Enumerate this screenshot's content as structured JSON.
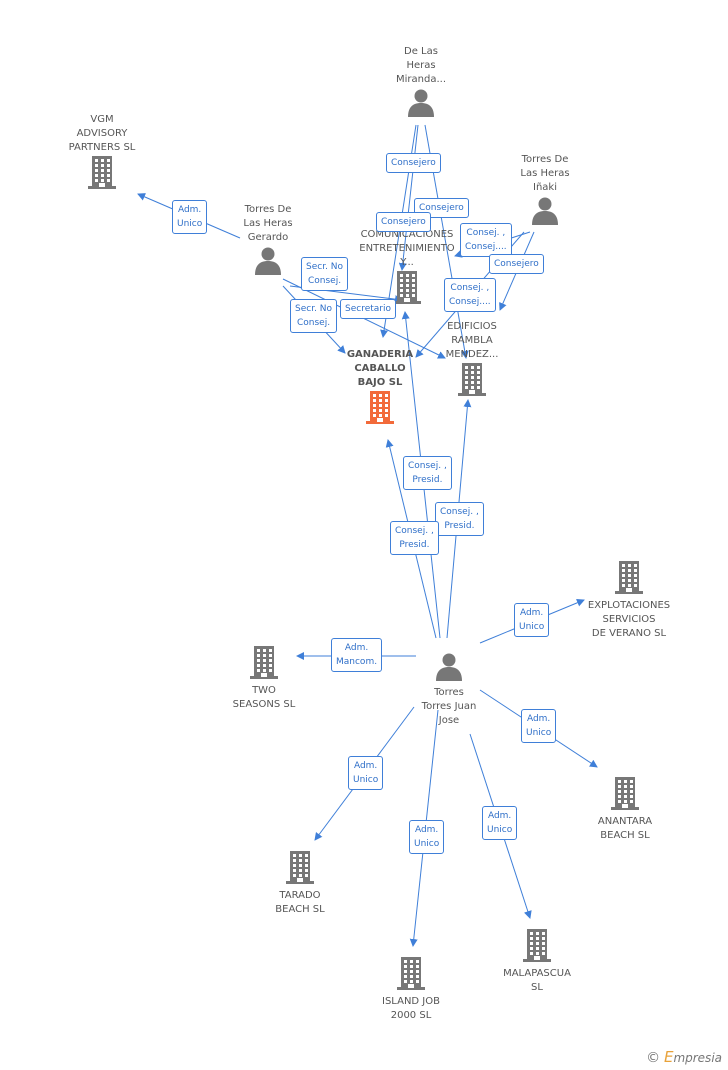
{
  "colors": {
    "edge": "#3f7fd8",
    "node_icon": "#777777",
    "focus_icon": "#f26a3a",
    "label_text": "#555555"
  },
  "nodes": [
    {
      "id": "de-las-heras-miranda",
      "label": "De Las\nHeras\nMiranda...",
      "type": "person"
    },
    {
      "id": "vgm-advisory",
      "label": "VGM\nADVISORY\nPARTNERS  SL",
      "type": "company"
    },
    {
      "id": "torres-de-las-heras-inaki",
      "label": "Torres De\nLas Heras\nIñaki",
      "type": "person"
    },
    {
      "id": "torres-de-las-heras-gerardo",
      "label": "Torres De\nLas Heras\nGerardo",
      "type": "person"
    },
    {
      "id": "comunicaciones-entretenimiento",
      "label": "COMUNICACIONES\nENTRETENIMIENTO\nY...",
      "type": "company"
    },
    {
      "id": "edificios-rambla",
      "label": "EDIFICIOS\nRAMBLA\nMENDEZ...",
      "type": "company"
    },
    {
      "id": "ganaderia-caballo-bajo",
      "label": "GANADERIA\nCABALLO\nBAJO  SL",
      "type": "company",
      "focus": true
    },
    {
      "id": "explotaciones-servicios",
      "label": "EXPLOTACIONES\nSERVICIOS\nDE VERANO  SL",
      "type": "company"
    },
    {
      "id": "two-seasons",
      "label": "TWO\nSEASONS SL",
      "type": "company"
    },
    {
      "id": "torres-torres-juan-jose",
      "label": "Torres\nTorres Juan\nJose",
      "type": "person"
    },
    {
      "id": "anantara-beach",
      "label": "ANANTARA\nBEACH SL",
      "type": "company"
    },
    {
      "id": "tarado-beach",
      "label": "TARADO\nBEACH  SL",
      "type": "company"
    },
    {
      "id": "island-job",
      "label": "ISLAND JOB\n2000  SL",
      "type": "company"
    },
    {
      "id": "malapascua",
      "label": "MALAPASCUA\nSL",
      "type": "company"
    }
  ],
  "edges": [
    {
      "from": "de-las-heras-miranda",
      "to": "ganaderia-caballo-bajo",
      "label": "Consejero"
    },
    {
      "from": "de-las-heras-miranda",
      "to": "edificios-rambla",
      "label": "Consejero"
    },
    {
      "from": "de-las-heras-miranda",
      "to": "comunicaciones-entretenimiento",
      "label": "Consejero"
    },
    {
      "from": "torres-de-las-heras-gerardo",
      "to": "vgm-advisory",
      "label": "Adm.\nUnico"
    },
    {
      "from": "torres-de-las-heras-gerardo",
      "to": "edificios-rambla",
      "label": "Secr.  No\nConsej."
    },
    {
      "from": "torres-de-las-heras-gerardo",
      "to": "ganaderia-caballo-bajo",
      "label": "Secr.  No\nConsej."
    },
    {
      "from": "torres-de-las-heras-gerardo",
      "to": "comunicaciones-entretenimiento",
      "label": "Secretario"
    },
    {
      "from": "torres-de-las-heras-inaki",
      "to": "comunicaciones-entretenimiento",
      "label": "Consej. ,\nConsej...."
    },
    {
      "from": "torres-de-las-heras-inaki",
      "to": "edificios-rambla",
      "label": "Consejero"
    },
    {
      "from": "torres-de-las-heras-inaki",
      "to": "ganaderia-caballo-bajo",
      "label": "Consej. ,\nConsej...."
    },
    {
      "from": "torres-torres-juan-jose",
      "to": "comunicaciones-entretenimiento",
      "label": "Consej. ,\nPresid."
    },
    {
      "from": "torres-torres-juan-jose",
      "to": "edificios-rambla",
      "label": "Consej. ,\nPresid."
    },
    {
      "from": "torres-torres-juan-jose",
      "to": "ganaderia-caballo-bajo",
      "label": "Consej. ,\nPresid."
    },
    {
      "from": "torres-torres-juan-jose",
      "to": "explotaciones-servicios",
      "label": "Adm.\nUnico"
    },
    {
      "from": "torres-torres-juan-jose",
      "to": "two-seasons",
      "label": "Adm.\nMancom."
    },
    {
      "from": "torres-torres-juan-jose",
      "to": "anantara-beach",
      "label": "Adm.\nUnico"
    },
    {
      "from": "torres-torres-juan-jose",
      "to": "tarado-beach",
      "label": "Adm.\nUnico"
    },
    {
      "from": "torres-torres-juan-jose",
      "to": "island-job",
      "label": "Adm.\nUnico"
    },
    {
      "from": "torres-torres-juan-jose",
      "to": "malapascua",
      "label": "Adm.\nUnico"
    }
  ],
  "brand": {
    "copyright_symbol": "©",
    "name_initial": "E",
    "name_rest": "mpresia"
  }
}
